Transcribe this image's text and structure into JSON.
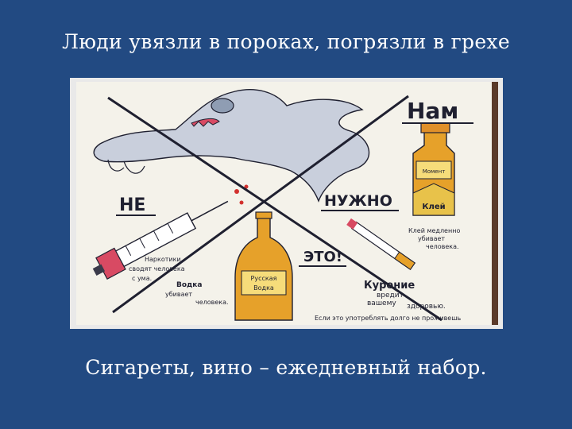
{
  "slide": {
    "title": "Люди увязли в пороках, погрязли в грехе",
    "caption": "Сигареты, вино – ежедневный набор."
  },
  "drawing": {
    "word_nam": "Нам",
    "word_ne": "НЕ",
    "word_nuzhno": "НУЖНО",
    "word_eto": "ЭТО!",
    "glue_label": "Клей",
    "glue_bottle_label": "Момент",
    "glue_text_1": "Клей медленно",
    "glue_text_2": "убивает",
    "glue_text_3": "человека.",
    "drugs_text_1": "Наркотики",
    "drugs_text_2": "сводят человека",
    "drugs_text_3": "с ума.",
    "vodka_text_1": "Водка",
    "vodka_text_2": "убивает",
    "vodka_text_3": "человека.",
    "bottle_label_1": "Русская",
    "bottle_label_2": "Водка",
    "smoking_text_1": "Курение",
    "smoking_text_2": "вредит",
    "smoking_text_3": "вашему",
    "smoking_text_4": "здоровью.",
    "bottom_text": "Если это употреблять долго не проживешь",
    "colors": {
      "paper": "#f4f2ea",
      "ink": "#1f2030",
      "ghost": "#c9cfdc",
      "bottle": "#e6a12a",
      "syringe": "#d84a63",
      "drop": "#d2312e",
      "frame_edge": "#5a3a2a"
    }
  }
}
